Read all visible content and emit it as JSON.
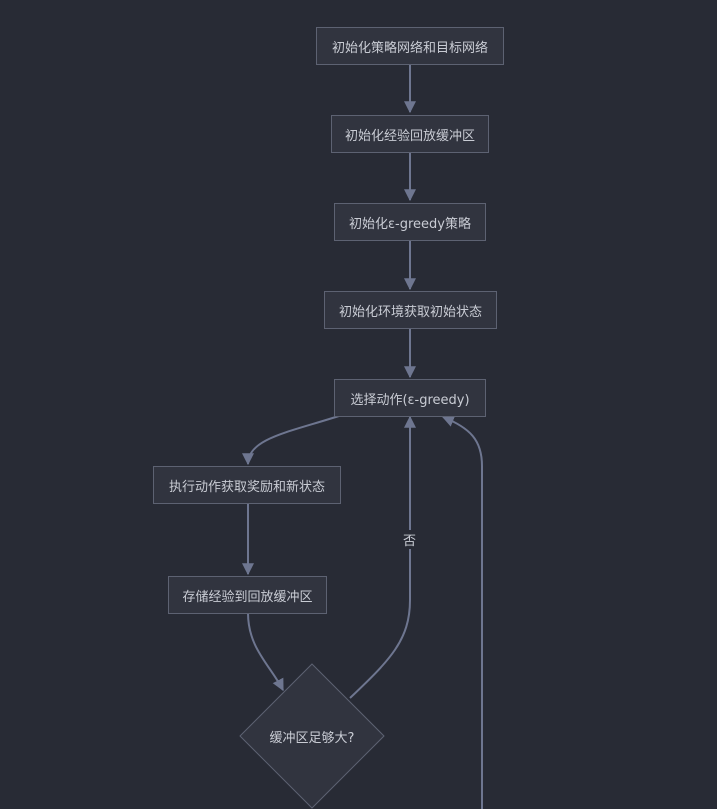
{
  "nodes": {
    "init_networks": "初始化策略网络和目标网络",
    "init_buffer": "初始化经验回放缓冲区",
    "init_policy": "初始化ε-greedy策略",
    "init_env": "初始化环境获取初始状态",
    "select_action": "选择动作(ε-greedy)",
    "execute_action": "执行动作获取奖励和新状态",
    "store_experience": "存储经验到回放缓冲区",
    "buffer_check": "缓冲区足够大?"
  },
  "edge_labels": {
    "no": "否"
  },
  "colors": {
    "background": "#282b35",
    "node_fill": "#31343f",
    "node_stroke": "#5d6272",
    "edge": "#6e7690",
    "text": "#c9ccd4"
  }
}
